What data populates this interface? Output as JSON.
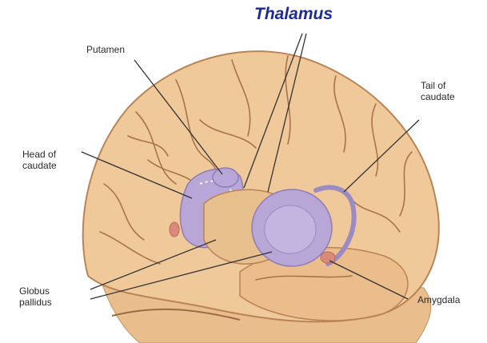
{
  "title": "Thalamus",
  "labels": {
    "putamen": "Putamen",
    "head_line1": "Head of",
    "head_line2": "caudate",
    "tail_line1": "Tail of",
    "tail_line2": "caudate",
    "globus_line1": "Globus",
    "globus_line2": "pallidus",
    "amygdala": "Amygdala"
  },
  "colors": {
    "brain_fill": "#f0c99a",
    "brain_shadow": "#d9a774",
    "sulci": "#a8734a",
    "nuclei": "#b7a6d6",
    "nuclei_dark": "#8f7cb8",
    "thalamus_fill": "#e8c08e",
    "leader_lines": "#333333",
    "title_blue": "#1d2a9a"
  }
}
